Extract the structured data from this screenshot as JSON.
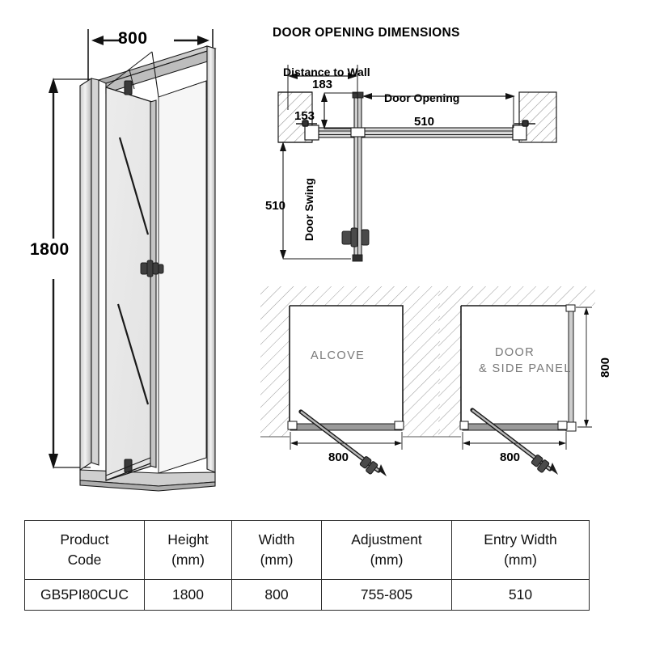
{
  "document": {
    "type": "shower-door-technical-drawing",
    "background": "#ffffff",
    "line_color": "#1a1a1a",
    "hatch_color": "#8d8d8d",
    "glass_fill": "#e9e9e9",
    "room_label_color": "#787878"
  },
  "elevation": {
    "name": "perspective-elevation",
    "width_dim": "800",
    "height_dim": "1800"
  },
  "plan": {
    "title": "DOOR OPENING DIMENSIONS",
    "distance_to_wall_label": "Distance to Wall",
    "distance_to_wall_value": "183",
    "offset_value": "153",
    "door_opening_label": "Door Opening",
    "door_opening_value": "510",
    "door_swing_label": "Door Swing",
    "door_swing_value": "510"
  },
  "layouts": [
    {
      "name": "alcove",
      "label": "ALCOVE",
      "width_dim": "800",
      "depth_dim": ""
    },
    {
      "name": "door-and-side-panel",
      "label_line1": "DOOR",
      "label_line2": "& SIDE PANEL",
      "width_dim": "800",
      "depth_dim": "800"
    }
  ],
  "table": {
    "headers": [
      {
        "line1": "Product",
        "line2": "Code"
      },
      {
        "line1": "Height",
        "line2": "(mm)"
      },
      {
        "line1": "Width",
        "line2": "(mm)"
      },
      {
        "line1": "Adjustment",
        "line2": "(mm)"
      },
      {
        "line1": "Entry Width",
        "line2": "(mm)"
      }
    ],
    "rows": [
      {
        "product_code": "GB5PI80CUC",
        "height": "1800",
        "width": "800",
        "adjustment": "755-805",
        "entry_width": "510"
      }
    ]
  }
}
